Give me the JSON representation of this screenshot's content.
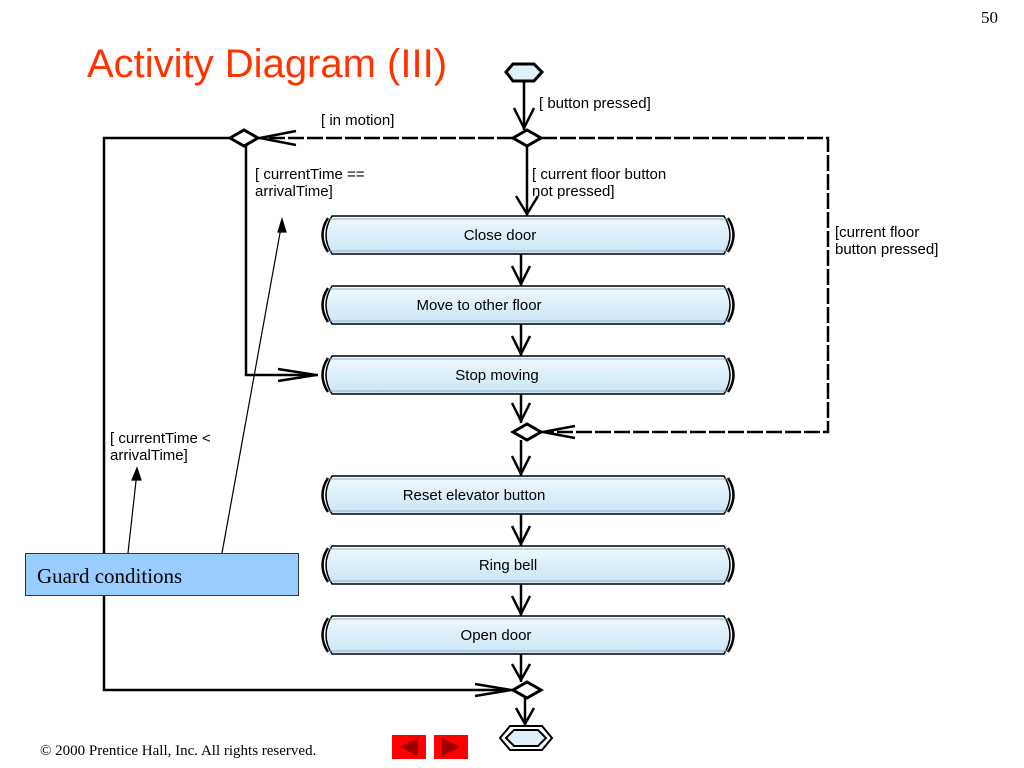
{
  "slide": {
    "page_number": "50",
    "title": "Activity Diagram (III)",
    "copyright": "© 2000 Prentice Hall, Inc.  All rights reserved."
  },
  "activities": [
    "Close door",
    "Move to other floor",
    "Stop moving",
    "Reset elevator button",
    "Ring bell",
    "Open door"
  ],
  "guards": {
    "button_pressed": "[ button pressed]",
    "in_motion": "[ in motion]",
    "current_time_equals": [
      "[ currentTime ==",
      "arrivalTime]"
    ],
    "floor_not_pressed": [
      "[ current floor button",
      "not pressed]"
    ],
    "floor_pressed": [
      "[current floor",
      "button pressed]"
    ],
    "current_time_less": [
      "[ currentTime <",
      "arrivalTime]"
    ]
  },
  "callout": {
    "label": "Guard conditions",
    "color": "#99ccff"
  },
  "colors": {
    "title": "#ff3300",
    "activity_fill": "#dff0fb",
    "nav_buttons": "#ff0000"
  },
  "navigation": {
    "prev_icon": "left-arrow-icon",
    "next_icon": "right-arrow-icon"
  }
}
